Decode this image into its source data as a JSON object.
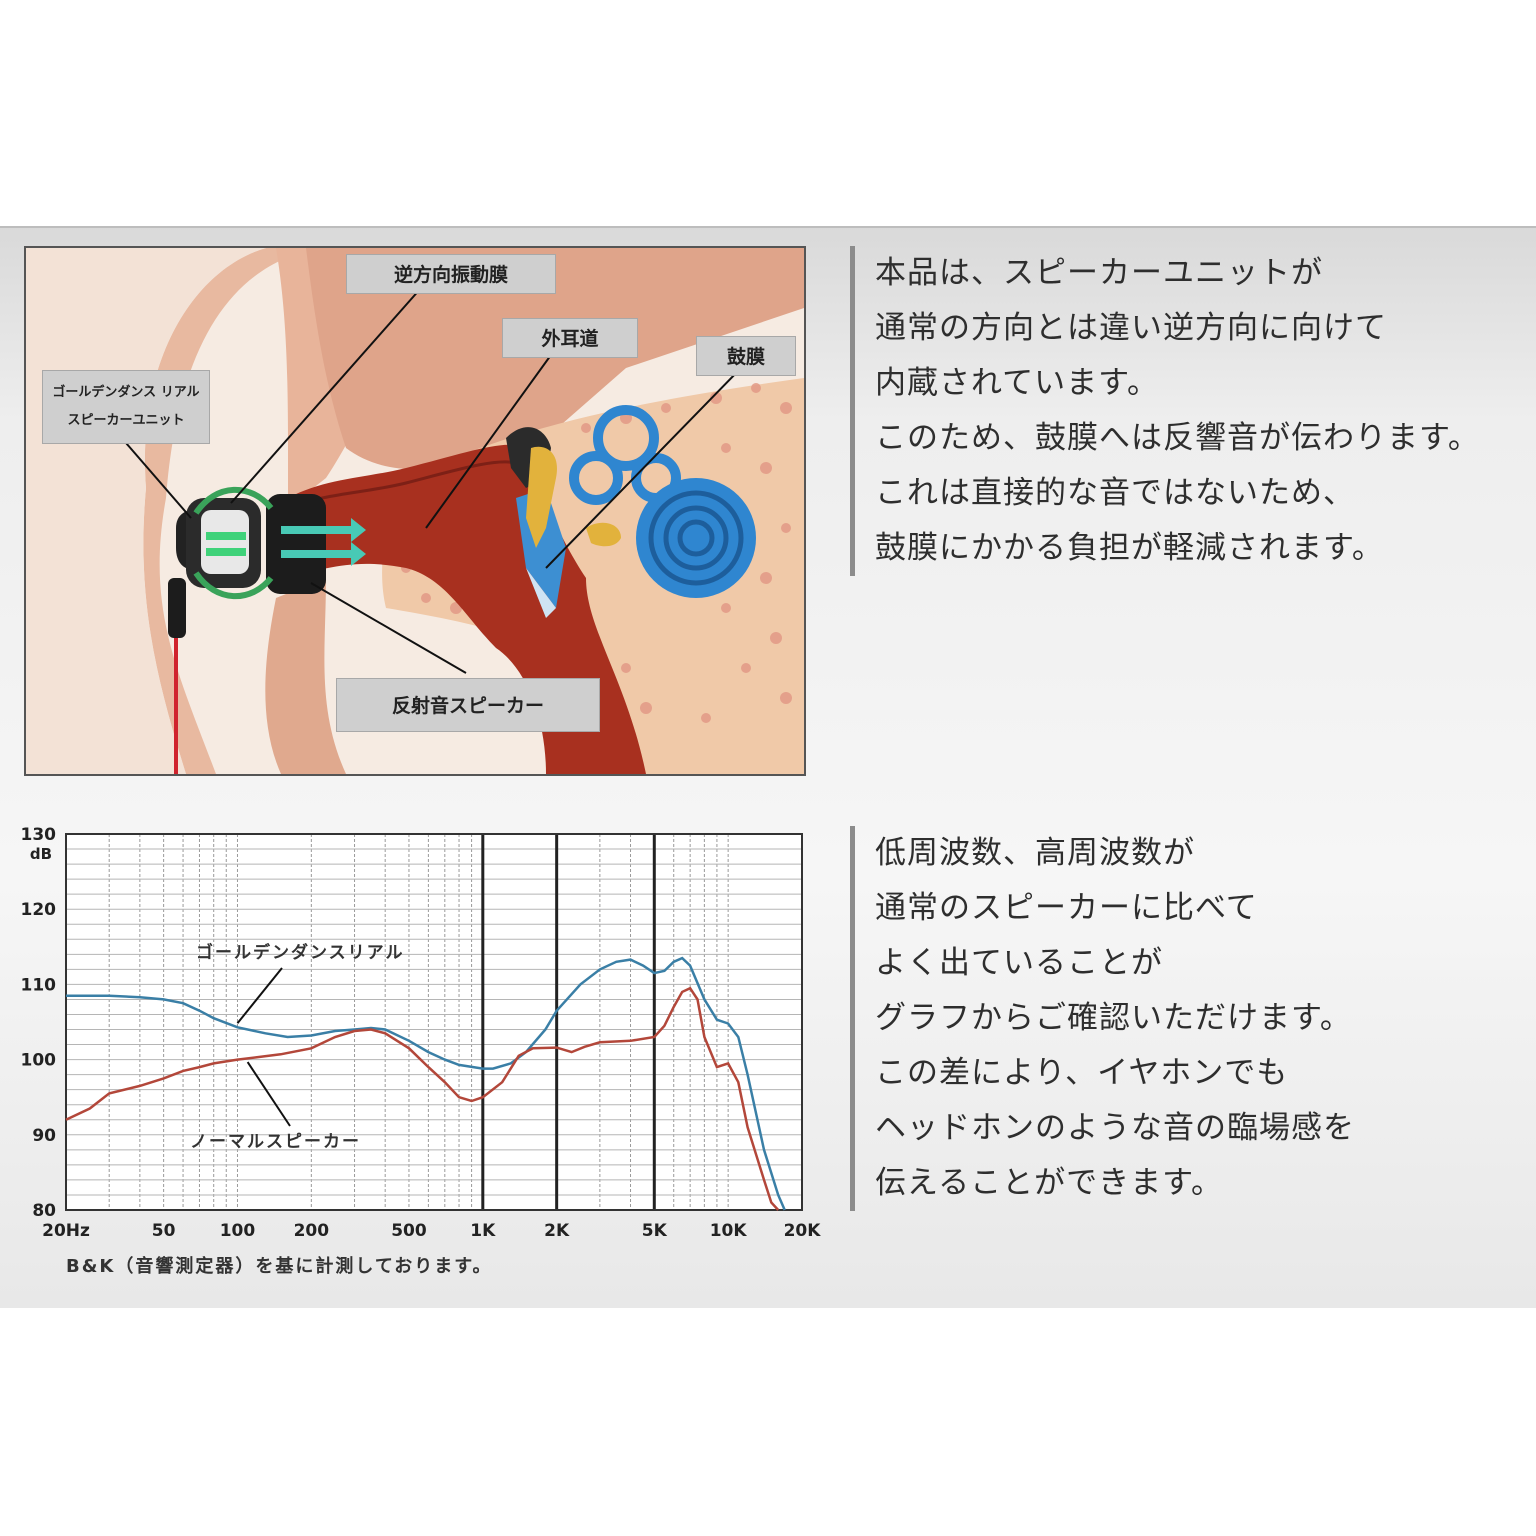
{
  "diagram": {
    "labels": {
      "reverse_diaphragm": "逆方向振動膜",
      "ear_canal": "外耳道",
      "eardrum": "鼓膜",
      "unit_line1": "ゴールデンダンス リアル",
      "unit_line2": "スピーカーユニット",
      "reflect_speaker": "反射音スピーカー"
    }
  },
  "text1": {
    "lines": [
      "本品は、スピーカーユニットが",
      "通常の方向とは違い逆方向に向けて",
      "内蔵されています。",
      "このため、鼓膜へは反響音が伝わります。",
      "これは直接的な音ではないため、",
      "鼓膜にかかる負担が軽減されます。"
    ]
  },
  "text2": {
    "lines": [
      "低周波数、高周波数が",
      "通常のスピーカーに比べて",
      "よく出ていることが",
      "グラフからご確認いただけます。",
      "この差により、イヤホンでも",
      "ヘッドホンのような音の臨場感を",
      "伝えることができます。"
    ]
  },
  "footnote": "B&K（音響測定器）を基に計測しております。",
  "chart_data": {
    "type": "line",
    "xscale": "log",
    "xlim": [
      20,
      20000
    ],
    "ylim": [
      80,
      130
    ],
    "yunit": "dB",
    "x_ticks": [
      {
        "v": 20,
        "label": "20Hz"
      },
      {
        "v": 50,
        "label": "50"
      },
      {
        "v": 100,
        "label": "100"
      },
      {
        "v": 200,
        "label": "200"
      },
      {
        "v": 500,
        "label": "500"
      },
      {
        "v": 1000,
        "label": "1K"
      },
      {
        "v": 2000,
        "label": "2K"
      },
      {
        "v": 5000,
        "label": "5K"
      },
      {
        "v": 10000,
        "label": "10K"
      },
      {
        "v": 20000,
        "label": "20K"
      }
    ],
    "y_ticks": [
      {
        "v": 80,
        "label": "80"
      },
      {
        "v": 90,
        "label": "90"
      },
      {
        "v": 100,
        "label": "100"
      },
      {
        "v": 110,
        "label": "110"
      },
      {
        "v": 120,
        "label": "120"
      },
      {
        "v": 130,
        "label": "130"
      }
    ],
    "grid": true,
    "series": [
      {
        "name": "ゴールデンダンスリアル",
        "color": "#3a7fa6",
        "points": [
          [
            20,
            108.5
          ],
          [
            30,
            108.5
          ],
          [
            40,
            108.3
          ],
          [
            50,
            108
          ],
          [
            60,
            107.5
          ],
          [
            70,
            106.5
          ],
          [
            80,
            105.5
          ],
          [
            100,
            104.3
          ],
          [
            130,
            103.5
          ],
          [
            160,
            103
          ],
          [
            200,
            103.2
          ],
          [
            250,
            103.8
          ],
          [
            300,
            104
          ],
          [
            350,
            104.2
          ],
          [
            400,
            104
          ],
          [
            500,
            102.5
          ],
          [
            600,
            101
          ],
          [
            700,
            100
          ],
          [
            800,
            99.3
          ],
          [
            1000,
            98.8
          ],
          [
            1100,
            98.8
          ],
          [
            1300,
            99.5
          ],
          [
            1500,
            101
          ],
          [
            1800,
            104
          ],
          [
            2000,
            106.5
          ],
          [
            2500,
            110
          ],
          [
            3000,
            112
          ],
          [
            3500,
            113
          ],
          [
            4000,
            113.3
          ],
          [
            4500,
            112.5
          ],
          [
            5000,
            111.5
          ],
          [
            5500,
            111.8
          ],
          [
            6000,
            113
          ],
          [
            6500,
            113.5
          ],
          [
            7000,
            112.5
          ],
          [
            8000,
            108
          ],
          [
            9000,
            105.3
          ],
          [
            10000,
            104.8
          ],
          [
            11000,
            103
          ],
          [
            12000,
            98
          ],
          [
            14000,
            88
          ],
          [
            16000,
            82
          ],
          [
            17000,
            80
          ]
        ]
      },
      {
        "name": "ノーマルスピーカー",
        "color": "#b3473a",
        "points": [
          [
            20,
            92
          ],
          [
            25,
            93.5
          ],
          [
            30,
            95.5
          ],
          [
            40,
            96.5
          ],
          [
            50,
            97.5
          ],
          [
            60,
            98.5
          ],
          [
            70,
            99
          ],
          [
            80,
            99.5
          ],
          [
            100,
            100
          ],
          [
            120,
            100.3
          ],
          [
            150,
            100.7
          ],
          [
            200,
            101.5
          ],
          [
            250,
            103
          ],
          [
            300,
            103.8
          ],
          [
            350,
            104
          ],
          [
            400,
            103.5
          ],
          [
            500,
            101.5
          ],
          [
            600,
            99
          ],
          [
            700,
            97
          ],
          [
            800,
            95
          ],
          [
            900,
            94.5
          ],
          [
            1000,
            95
          ],
          [
            1200,
            97
          ],
          [
            1400,
            100.5
          ],
          [
            1600,
            101.5
          ],
          [
            2000,
            101.6
          ],
          [
            2300,
            101
          ],
          [
            2600,
            101.7
          ],
          [
            3000,
            102.3
          ],
          [
            4000,
            102.5
          ],
          [
            5000,
            103
          ],
          [
            5500,
            104.5
          ],
          [
            6000,
            107
          ],
          [
            6500,
            109
          ],
          [
            7000,
            109.5
          ],
          [
            7500,
            108
          ],
          [
            8000,
            103
          ],
          [
            9000,
            99
          ],
          [
            10000,
            99.5
          ],
          [
            11000,
            97
          ],
          [
            12000,
            91
          ],
          [
            14000,
            84
          ],
          [
            15000,
            81
          ],
          [
            16000,
            80
          ]
        ]
      }
    ],
    "annotations": [
      {
        "text": "ゴールデンダンスリアル",
        "target": "series0"
      },
      {
        "text": "ノーマルスピーカー",
        "target": "series1"
      }
    ]
  }
}
